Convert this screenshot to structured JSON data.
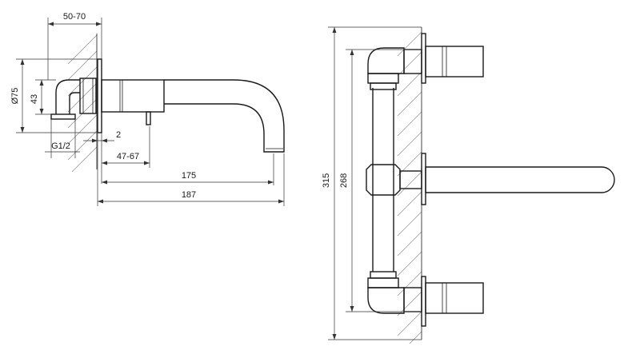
{
  "dimensions": {
    "d_50_70": "50-70",
    "d_75": "Ø75",
    "d_43": "43",
    "d_2": "2",
    "d_g12": "G1/2",
    "d_47_67": "47-67",
    "d_175": "175",
    "d_187": "187",
    "d_315": "315",
    "d_268": "268"
  }
}
